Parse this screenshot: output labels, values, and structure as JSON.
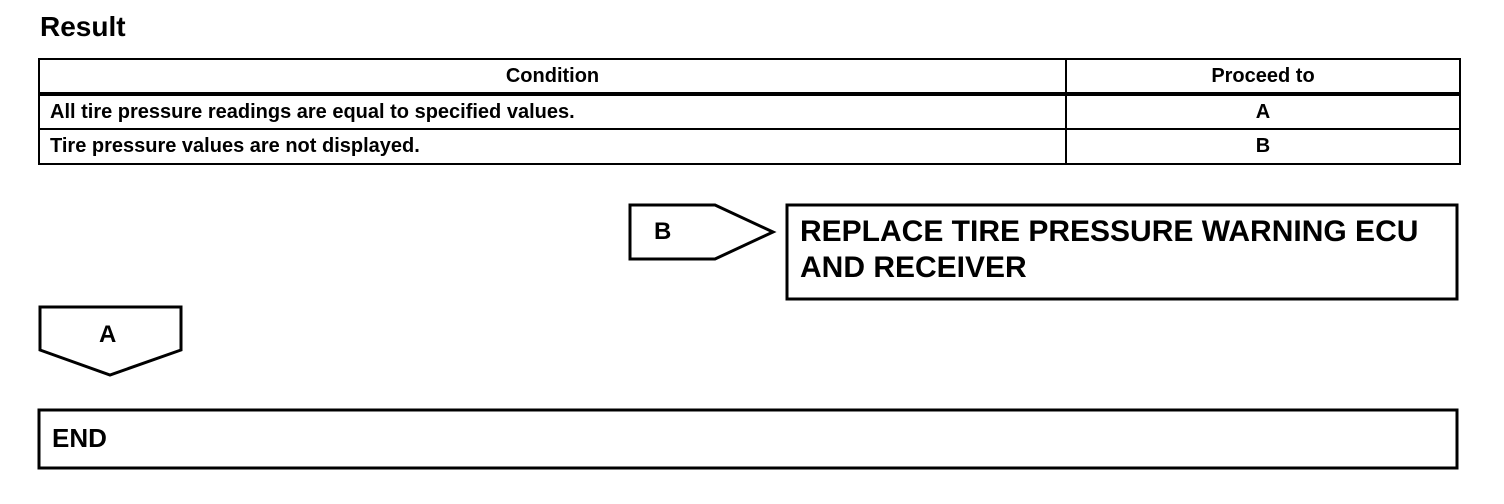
{
  "heading": "Result",
  "table": {
    "headers": [
      "Condition",
      "Proceed to"
    ],
    "rows": [
      {
        "condition": "All tire pressure readings are equal to specified values.",
        "proceed": "A"
      },
      {
        "condition": "Tire pressure values are not displayed.",
        "proceed": "B"
      }
    ]
  },
  "flow": {
    "branch_b_label": "B",
    "branch_b_action_line1": "REPLACE TIRE PRESSURE WARNING ECU",
    "branch_b_action_line2": "AND RECEIVER",
    "branch_a_label": "A",
    "end_label": "END"
  }
}
